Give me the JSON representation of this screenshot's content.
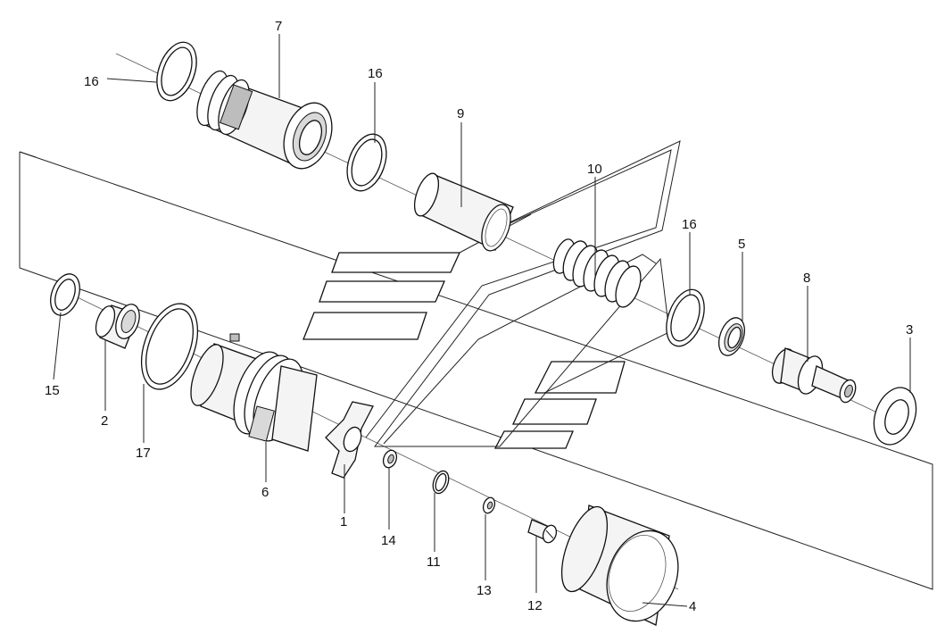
{
  "diagram": {
    "callouts": [
      {
        "id": "16a",
        "text": "16"
      },
      {
        "id": "7",
        "text": "7"
      },
      {
        "id": "16b",
        "text": "16"
      },
      {
        "id": "9",
        "text": "9"
      },
      {
        "id": "10",
        "text": "10"
      },
      {
        "id": "16c",
        "text": "16"
      },
      {
        "id": "5",
        "text": "5"
      },
      {
        "id": "8",
        "text": "8"
      },
      {
        "id": "3",
        "text": "3"
      },
      {
        "id": "15",
        "text": "15"
      },
      {
        "id": "2",
        "text": "2"
      },
      {
        "id": "17",
        "text": "17"
      },
      {
        "id": "6",
        "text": "6"
      },
      {
        "id": "1",
        "text": "1"
      },
      {
        "id": "14",
        "text": "14"
      },
      {
        "id": "11",
        "text": "11"
      },
      {
        "id": "13",
        "text": "13"
      },
      {
        "id": "12",
        "text": "12"
      },
      {
        "id": "4",
        "text": "4"
      }
    ]
  }
}
